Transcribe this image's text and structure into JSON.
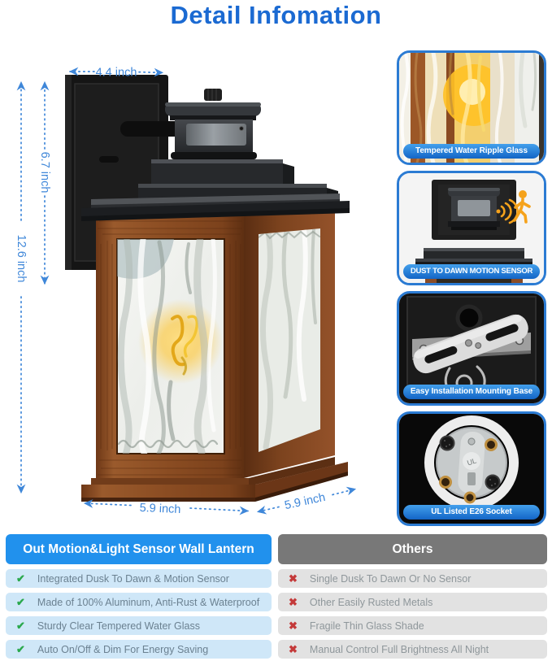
{
  "title": "Detail Infomation",
  "dimensions": {
    "top_width": "4.4 inch",
    "body_height": "6.7 inch",
    "total_height": "12.6 inch",
    "base_width": "5.9 inch",
    "base_depth": "5.9 inch"
  },
  "features": [
    {
      "label": "Tempered Water Ripple Glass"
    },
    {
      "label": "DUST TO DAWN MOTION SENSOR"
    },
    {
      "label": "Easy Installation Mounting Base"
    },
    {
      "label": "UL Listed E26 Socket"
    }
  ],
  "socket_mark": "UL",
  "comparison": {
    "left": {
      "header": "Out Motion&Light Sensor Wall Lantern",
      "items": [
        "Integrated Dusk To Dawn & Motion Sensor",
        "Made of 100% Aluminum, Anti-Rust & Waterproof",
        "Sturdy Clear Tempered Water Glass",
        "Auto On/Off & Dim For Energy Saving"
      ]
    },
    "right": {
      "header": "Others",
      "items": [
        "Single Dusk To Dawn Or No Sensor",
        "Other Easily Rusted Metals",
        "Fragile Thin Glass Shade",
        "Manual Control Full Brightness All Night"
      ]
    }
  },
  "icons": {
    "check": "✔",
    "cross": "✖"
  },
  "colors": {
    "title_blue": "#1b6ad2",
    "dimension_blue": "#3f87d9",
    "label_pill_blue": "#1365c6",
    "card_border_blue": "#2b7bd3",
    "header_left_bg": "#2191ed",
    "header_right_bg": "#787878",
    "row_left_bg": "#cfe7f8",
    "row_right_bg": "#e2e2e2",
    "check_green": "#2aa84c",
    "cross_red": "#c43a3a",
    "wood_brown": "#8a4c22",
    "metal_black": "#1c1e21"
  }
}
